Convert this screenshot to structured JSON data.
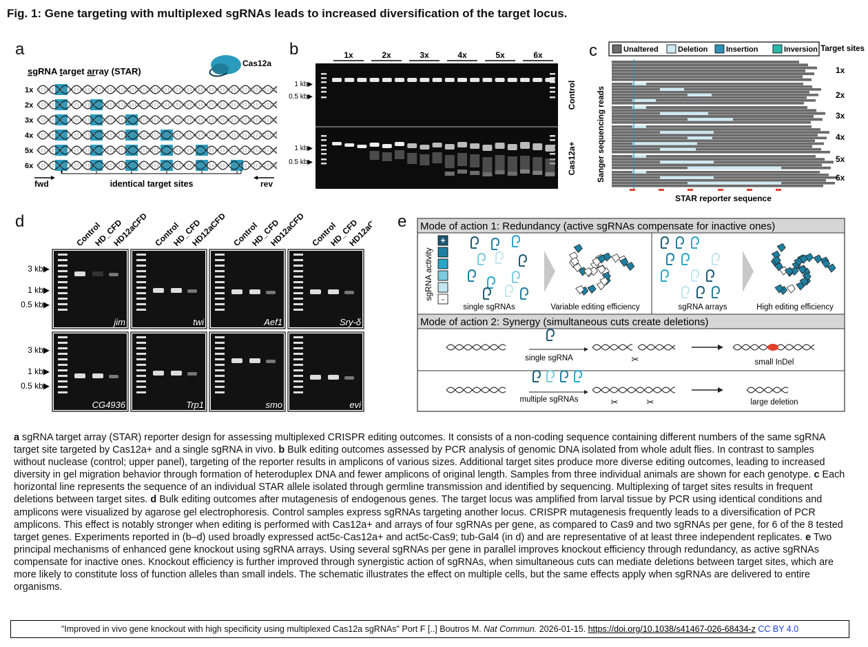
{
  "figure_title": "Fig. 1: Gene targeting with multiplexed sgRNAs leads to increased diversification of the target locus.",
  "panels": {
    "a": {
      "label": "a",
      "star_title_parts": [
        "sg",
        "RNA ",
        "t",
        "arget ",
        "ar",
        "ray (STAR)"
      ],
      "enzyme": "Cas12a",
      "rows": [
        "1x",
        "2x",
        "3x",
        "4x",
        "5x",
        "6x"
      ],
      "fwd": "fwd",
      "rev": "rev",
      "bracket_label": "identical target sites"
    },
    "b": {
      "label": "b",
      "groups": [
        "1x",
        "2x",
        "3x",
        "4x",
        "5x",
        "6x"
      ],
      "markers_top": [
        "1 kb▶",
        "0.5 kb▶"
      ],
      "markers_bottom": [
        "1 kb▶",
        "0.5 kb▶"
      ],
      "side_top": "Control",
      "side_bottom": "Cas12a+"
    },
    "c": {
      "label": "c",
      "legend": [
        {
          "name": "Unaltered",
          "color": "#6b6b6b"
        },
        {
          "name": "Deletion",
          "color": "#cdeaf2"
        },
        {
          "name": "Insertion",
          "color": "#2f8fb5"
        },
        {
          "name": "Inversion",
          "color": "#2bb8a8"
        }
      ],
      "target_sites_label": "Target sites:",
      "rows": [
        "1x",
        "2x",
        "3x",
        "4x",
        "5x",
        "6x"
      ],
      "y_label": "Sanger sequencing reads",
      "x_label": "STAR reporter sequence"
    },
    "d": {
      "label": "d",
      "lanes": [
        "Control",
        "HD_CFD",
        "HD12aCFD"
      ],
      "markers": [
        "3 kb▶",
        "1 kb▶",
        "0.5 kb▶"
      ],
      "genes_top": [
        "jim",
        "twi",
        "Aef1",
        "Sry-δ"
      ],
      "genes_bottom": [
        "CG4936",
        "Trp1",
        "smo",
        "evi"
      ]
    },
    "e": {
      "label": "e",
      "mode1": "Mode of action 1: Redundancy (active sgRNAs compensate for inactive ones)",
      "activity_label": "sgRNA activity",
      "plus": "+",
      "minus": "-",
      "captions1": [
        "single sgRNAs",
        "Variable editing efficiency",
        "sgRNA arrays",
        "High editing efficiency"
      ],
      "mode2": "Mode of action 2: Synergy (simultaneous cuts create deletions)",
      "single_sgrna": "single sgRNA",
      "small_indel": "small InDel",
      "multiple_sgrnas": "multiple sgRNAs",
      "large_deletion": "large deletion"
    }
  },
  "caption": [
    {
      "b": "a",
      "t": " sgRNA target array (STAR) reporter design for assessing multiplexed CRISPR editing outcomes. It consists of a non-coding sequence containing different numbers of the same sgRNA target site targeted by Cas12a+ and a single sgRNA in vivo. "
    },
    {
      "b": "b",
      "t": " Bulk editing outcomes assessed by PCR analysis of genomic DNA isolated from whole adult flies. In contrast to samples without nuclease (control; upper panel), targeting of the reporter results in amplicons of various sizes. Additional target sites produce more diverse editing outcomes, leading to increased diversity in gel migration behavior through formation of heteroduplex DNA and fewer amplicons of original length. Samples from three individual animals are shown for each genotype. "
    },
    {
      "b": "c",
      "t": " Each horizontal line represents the sequence of an individual STAR allele isolated through germline transmission and identified by sequencing. Multiplexing of target sites results in frequent deletions between target sites. "
    },
    {
      "b": "d",
      "t": " Bulk editing outcomes after mutagenesis of endogenous genes. The target locus was amplified from larval tissue by PCR using identical conditions and amplicons were visualized by agarose gel electrophoresis. Control samples express sgRNAs targeting another locus. CRISPR mutagenesis frequently leads to a diversification of PCR amplicons. This effect is notably stronger when editing is performed with Cas12a+ and arrays of four sgRNAs per gene, as compared to Cas9 and two sgRNAs per gene, for 6 of the 8 tested target genes. Experiments reported in (b–d) used broadly expressed act5c-Cas12a+ and act5c-Cas9; tub-Gal4 (in d) and are representative of at least three independent replicates. "
    },
    {
      "b": "e",
      "t": " Two principal mechanisms of enhanced gene knockout using sgRNA arrays. Using several sgRNAs per gene in parallel improves knockout efficiency through redundancy, as active sgRNAs compensate for inactive ones. Knockout efficiency is further improved through synergistic action of sgRNAs, when simultaneous cuts can mediate deletions between target sites, which are more likely to constitute loss of function alleles than small indels. The schematic illustrates the effect on multiple cells, but the same effects apply when sgRNAs are delivered to entire organisms."
    }
  ],
  "citation": {
    "text": "\"Improved in vivo gene knockout with high specificity using multiplexed Cas12a sgRNAs\" Port F [..] Boutros M. ",
    "journal": "Nat Commun.",
    "date": " 2026-01-15. ",
    "doi": "https://doi.org/10.1038/s41467-026-68434-z",
    "license": "CC BY 4.0"
  }
}
